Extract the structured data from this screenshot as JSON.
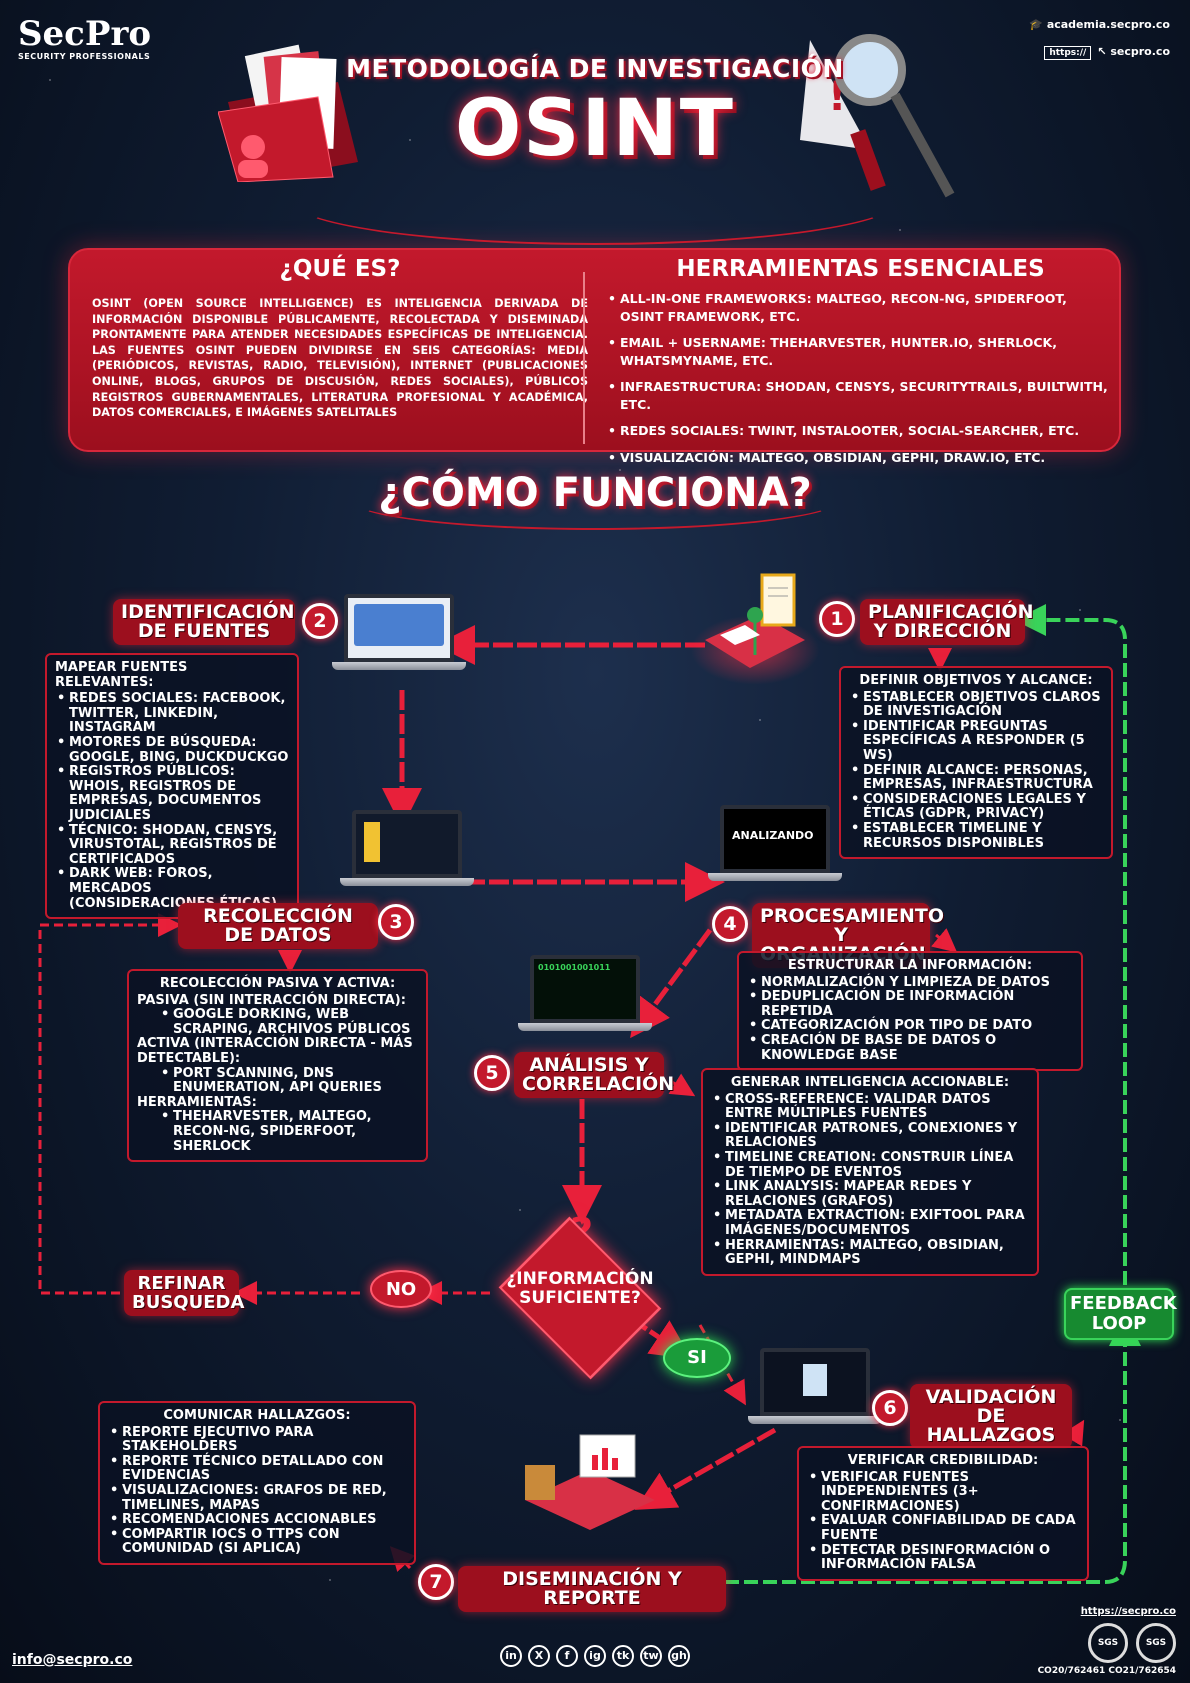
{
  "brand": {
    "logo": "SecPro",
    "tagline": "SECURITY PROFESSIONALS"
  },
  "header": {
    "academy": "academia.secpro.co",
    "site": "secpro.co",
    "url_label": "https://",
    "title_top": "METODOLOGÍA DE INVESTIGACIÓN",
    "title_main": "OSINT"
  },
  "what": {
    "heading": "¿QUÉ ES?",
    "text": "OSINT (OPEN SOURCE INTELLIGENCE) ES INTELIGENCIA DERIVADA DE INFORMACIÓN DISPONIBLE PÚBLICAMENTE, RECOLECTADA Y DISEMINADA PRONTAMENTE PARA ATENDER NECESIDADES ESPECÍFICAS DE INTELIGENCIA. LAS FUENTES OSINT PUEDEN DIVIDIRSE EN SEIS CATEGORÍAS: MEDIA (PERIÓDICOS, REVISTAS, RADIO, TELEVISIÓN), INTERNET (PUBLICACIONES ONLINE, BLOGS, GRUPOS DE DISCUSIÓN, REDES SOCIALES), PÚBLICOS REGISTROS GUBERNAMENTALES, LITERATURA PROFESIONAL Y ACADÉMICA, DATOS COMERCIALES, E IMÁGENES SATELITALES"
  },
  "tools": {
    "heading": "HERRAMIENTAS ESENCIALES",
    "items": [
      "ALL-IN-ONE FRAMEWORKS: MALTEGO, RECON-NG, SPIDERFOOT, OSINT FRAMEWORK, ETC.",
      "EMAIL + USERNAME: THEHARVESTER, HUNTER.IO, SHERLOCK, WHATSMYNAME, ETC.",
      "INFRAESTRUCTURA: SHODAN, CENSYS, SECURITYTRAILS, BUILTWITH, ETC.",
      "REDES SOCIALES: TWINT, INSTALOOTER, SOCIAL-SEARCHER, ETC.",
      "VISUALIZACIÓN: MALTEGO, OBSIDIAN, GEPHI, DRAW.IO, ETC."
    ]
  },
  "how": {
    "heading": "¿CÓMO FUNCIONA?"
  },
  "steps": {
    "s1": {
      "num": "1",
      "title": "PLANIFICACIÓN Y DIRECCIÓN",
      "box_heading": "DEFINIR OBJETIVOS Y ALCANCE:",
      "items": [
        "ESTABLECER OBJETIVOS CLAROS DE INVESTIGACIÓN",
        "IDENTIFICAR PREGUNTAS ESPECÍFICAS A RESPONDER (5 WS)",
        "DEFINIR ALCANCE: PERSONAS, EMPRESAS, INFRAESTRUCTURA",
        "CONSIDERACIONES LEGALES Y ÉTICAS (GDPR, PRIVACY)",
        "ESTABLECER TIMELINE Y RECURSOS DISPONIBLES"
      ]
    },
    "s2": {
      "num": "2",
      "title": "IDENTIFICACIÓN DE FUENTES",
      "box_heading": "MAPEAR FUENTES RELEVANTES:",
      "items": [
        "REDES SOCIALES: FACEBOOK, TWITTER, LINKEDIN, INSTAGRAM",
        "MOTORES DE BÚSQUEDA: GOOGLE, BING, DUCKDUCKGO",
        "REGISTROS PÚBLICOS: WHOIS, REGISTROS DE EMPRESAS, DOCUMENTOS JUDICIALES",
        "TÉCNICO: SHODAN, CENSYS, VIRUSTOTAL, REGISTROS DE CERTIFICADOS",
        "DARK WEB: FOROS, MERCADOS (CONSIDERACIONES ÉTICAS)"
      ]
    },
    "s3": {
      "num": "3",
      "title": "RECOLECCIÓN DE DATOS",
      "box_heading": "RECOLECCIÓN PASIVA Y ACTIVA:",
      "passive_label": "PASIVA (SIN INTERACCIÓN DIRECTA):",
      "passive_items": [
        "GOOGLE DORKING, WEB SCRAPING, ARCHIVOS PÚBLICOS"
      ],
      "active_label": "ACTIVA (INTERACCIÓN DIRECTA - MÁS DETECTABLE):",
      "active_items": [
        "PORT SCANNING, DNS ENUMERATION, API QUERIES"
      ],
      "tools_label": "HERRAMIENTAS:",
      "tools_items": [
        "THEHARVESTER, MALTEGO, RECON-NG, SPIDERFOOT, SHERLOCK"
      ]
    },
    "s4": {
      "num": "4",
      "title": "PROCESAMIENTO Y ORGANIZACIÓN",
      "box_heading": "ESTRUCTURAR LA INFORMACIÓN:",
      "items": [
        "NORMALIZACIÓN Y LIMPIEZA DE DATOS",
        "DEDUPLICACIÓN DE INFORMACIÓN REPETIDA",
        "CATEGORIZACIÓN POR TIPO DE DATO",
        "CREACIÓN DE BASE DE DATOS O KNOWLEDGE BASE"
      ]
    },
    "s5": {
      "num": "5",
      "title": "ANÁLISIS Y CORRELACIÓN",
      "box_heading": "GENERAR INTELIGENCIA ACCIONABLE:",
      "items": [
        "CROSS-REFERENCE: VALIDAR DATOS ENTRE MÚLTIPLES FUENTES",
        "IDENTIFICAR PATRONES, CONEXIONES Y RELACIONES",
        "TIMELINE CREATION: CONSTRUIR LÍNEA DE TIEMPO DE EVENTOS",
        "LINK ANALYSIS: MAPEAR REDES Y RELACIONES (GRAFOS)",
        "METADATA EXTRACTION: EXIFTOOL PARA IMÁGENES/DOCUMENTOS",
        "HERRAMIENTAS: MALTEGO, OBSIDIAN, GEPHI, MINDMAPS"
      ]
    },
    "s6": {
      "num": "6",
      "title": "VALIDACIÓN DE HALLAZGOS",
      "box_heading": "VERIFICAR CREDIBILIDAD:",
      "items": [
        "VERIFICAR FUENTES INDEPENDIENTES (3+ CONFIRMACIONES)",
        "EVALUAR CONFIABILIDAD DE CADA FUENTE",
        "DETECTAR DESINFORMACIÓN O INFORMACIÓN FALSA"
      ]
    },
    "s7": {
      "num": "7",
      "title": "DISEMINACIÓN Y REPORTE",
      "box_heading": "COMUNICAR HALLAZGOS:",
      "items": [
        "REPORTE EJECUTIVO PARA STAKEHOLDERS",
        "REPORTE TÉCNICO DETALLADO CON EVIDENCIAS",
        "VISUALIZACIONES: GRAFOS DE RED, TIMELINES, MAPAS",
        "RECOMENDACIONES ACCIONABLES",
        "COMPARTIR IOCS O TTPS CON COMUNIDAD (SI APLICA)"
      ]
    }
  },
  "flow": {
    "analyzing": "ANALIZANDO",
    "question": "¿INFORMACIÓN SUFICIENTE?",
    "no": "NO",
    "yes": "SI",
    "refine": "REFINAR BUSQUEDA",
    "feedback": "FEEDBACK LOOP",
    "question_mark": "?"
  },
  "footer": {
    "email": "info@secpro.co",
    "site": "https://secpro.co",
    "cert1": "CO20/762461",
    "cert2": "CO21/762654",
    "sgs": "SGS",
    "socials": [
      "in",
      "X",
      "f",
      "ig",
      "tk",
      "tw",
      "gh"
    ]
  },
  "colors": {
    "accent": "#c3192c",
    "dark_red": "#9c0f1e",
    "green": "#39d35a",
    "background": "#101d33"
  }
}
